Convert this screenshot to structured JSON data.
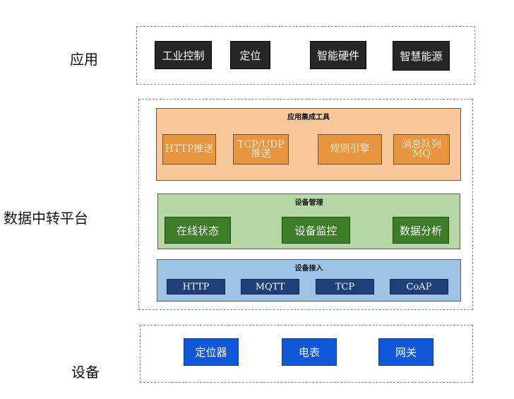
{
  "layers": {
    "application": "应用",
    "platform": "数据中转平台",
    "device": "设备"
  },
  "applications": [
    "工业控制",
    "定位",
    "智能硬件",
    "智慧能源"
  ],
  "integration": {
    "title": "应用集成工具",
    "items": [
      {
        "lines": [
          "HTTP推送"
        ]
      },
      {
        "lines": [
          "TCP/UDP",
          "推送"
        ]
      },
      {
        "lines": [
          "规则引擎"
        ]
      },
      {
        "lines": [
          "消息队列",
          "MQ"
        ]
      }
    ]
  },
  "management": {
    "title": "设备管理",
    "items": [
      "在线状态",
      "设备监控",
      "数据分析"
    ]
  },
  "access": {
    "title": "设备接入",
    "items": [
      "HTTP",
      "MQTT",
      "TCP",
      "CoAP"
    ]
  },
  "devices": [
    "定位器",
    "电表",
    "网关"
  ],
  "colors": {
    "app_box": "#262626",
    "integration_bg": "#f8c89a",
    "tool_box": "#e8953f",
    "management_bg": "#b5d7a3",
    "mgmt_box": "#3d7d27",
    "access_bg": "#9dc3e6",
    "proto_box": "#1f3f78",
    "device_box": "#1158d8",
    "dashed_border": "#7d90aa"
  }
}
